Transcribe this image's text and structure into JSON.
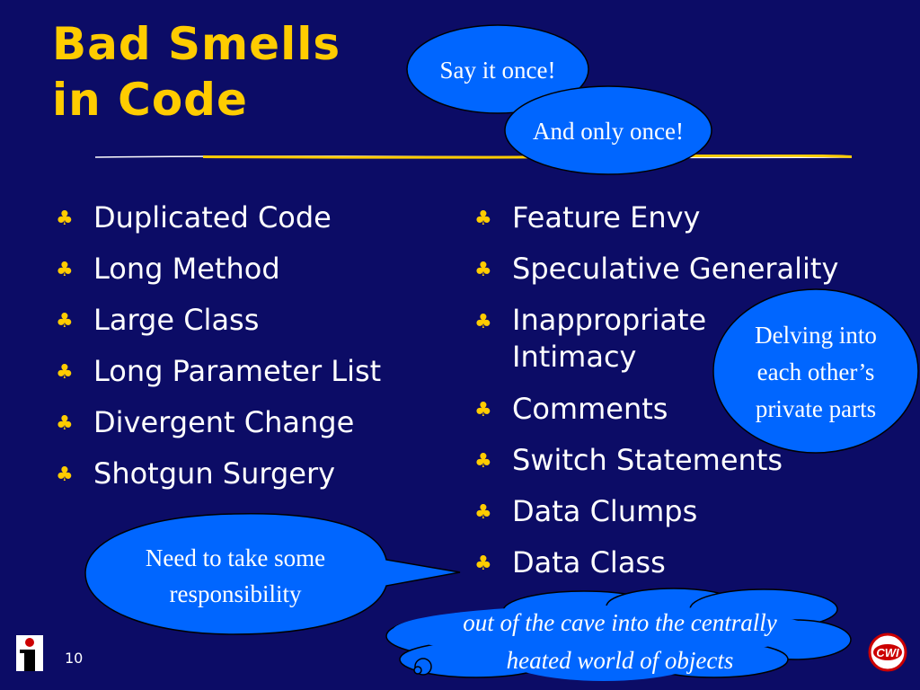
{
  "slide": {
    "title_line1": "Bad Smells",
    "title_line2": "in Code",
    "page_number": "10",
    "bullet_glyph": "♣",
    "colors": {
      "background": "#0c0c66",
      "title": "#ffcc00",
      "bubble": "#0066ff",
      "text": "#ffffff"
    }
  },
  "left_list": [
    "Duplicated Code",
    "Long Method",
    "Large Class",
    "Long Parameter List",
    "Divergent Change",
    "Shotgun Surgery"
  ],
  "right_list": [
    "Feature Envy",
    "Speculative Generality",
    "Inappropriate Intimacy",
    "Comments",
    "Switch Statements",
    "Data Clumps",
    "Data Class"
  ],
  "callouts": {
    "say_it_once": "Say it once!",
    "and_only_once": "And only once!",
    "delving_line1": "Delving into",
    "delving_line2": "each other’s",
    "delving_line3": "private parts",
    "responsibility_line1": "Need to take some",
    "responsibility_line2": "responsibility",
    "cave_line1": "out of the cave into the centrally",
    "cave_line2": "heated world of objects"
  },
  "logos": {
    "left": "i-logo-icon",
    "right": "CWI"
  }
}
